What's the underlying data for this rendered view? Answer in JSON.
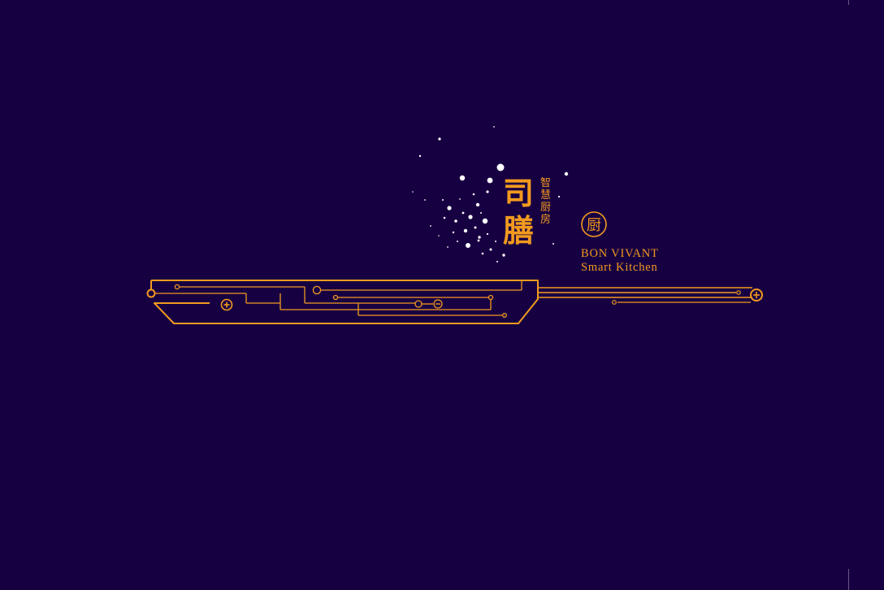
{
  "logo": {
    "brand_cn_1": "司",
    "brand_cn_2": "膳",
    "tagline_cn": [
      "智",
      "慧",
      "厨",
      "房"
    ],
    "seal_char": "厨",
    "brand_en": "BON VIVANT",
    "tagline_en": "Smart Kitchen"
  },
  "colors": {
    "background": "#170042",
    "accent": "#f29a1f",
    "splatter": "#ffffff"
  },
  "icons": [
    "paint-splatter",
    "circuit-frying-pan",
    "seal-badge",
    "plus-terminal",
    "minus-terminal"
  ]
}
